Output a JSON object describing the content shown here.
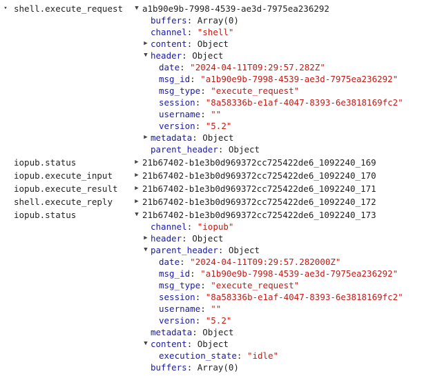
{
  "glyphs": {
    "collapsed": "▶",
    "expanded": "▼",
    "small_expanded": "▾"
  },
  "messages": [
    {
      "name": "shell.execute_request",
      "id": "a1b90e9b-7998-4539-ae3d-7975ea236292",
      "fields": {
        "buffers": {
          "key": "buffers",
          "sep": ": ",
          "value": "Array(0)"
        },
        "channel": {
          "key": "channel",
          "sep": ": ",
          "value": "\"shell\""
        },
        "content": {
          "key": "content",
          "sep": ": ",
          "value": "Object"
        },
        "header": {
          "key": "header",
          "sep": ": ",
          "value": "Object"
        },
        "header_fields": [
          {
            "key": "date",
            "sep": ": ",
            "value": "\"2024-04-11T09:29:57.282Z\""
          },
          {
            "key": "msg_id",
            "sep": ": ",
            "value": "\"a1b90e9b-7998-4539-ae3d-7975ea236292\""
          },
          {
            "key": "msg_type",
            "sep": ": ",
            "value": "\"execute_request\""
          },
          {
            "key": "session",
            "sep": ": ",
            "value": "\"8a58336b-e1af-4047-8393-6e3818169fc2\""
          },
          {
            "key": "username",
            "sep": ": ",
            "value": "\"\""
          },
          {
            "key": "version",
            "sep": ": ",
            "value": "\"5.2\""
          }
        ],
        "metadata": {
          "key": "metadata",
          "sep": ": ",
          "value": "Object"
        },
        "parent_header": {
          "key": "parent_header",
          "sep": ": ",
          "value": "Object"
        }
      }
    },
    {
      "name": "iopub.status",
      "id": "21b67402-b1e3b0d969372cc725422de6_1092240_169"
    },
    {
      "name": "iopub.execute_input",
      "id": "21b67402-b1e3b0d969372cc725422de6_1092240_170"
    },
    {
      "name": "iopub.execute_result",
      "id": "21b67402-b1e3b0d969372cc725422de6_1092240_171"
    },
    {
      "name": "shell.execute_reply",
      "id": "21b67402-b1e3b0d969372cc725422de6_1092240_172"
    },
    {
      "name": "iopub.status",
      "id": "21b67402-b1e3b0d969372cc725422de6_1092240_173",
      "fields": {
        "channel": {
          "key": "channel",
          "sep": ": ",
          "value": "\"iopub\""
        },
        "header": {
          "key": "header",
          "sep": ": ",
          "value": "Object"
        },
        "parent_header": {
          "key": "parent_header",
          "sep": ": ",
          "value": "Object"
        },
        "parent_header_fields": [
          {
            "key": "date",
            "sep": ": ",
            "value": "\"2024-04-11T09:29:57.282000Z\""
          },
          {
            "key": "msg_id",
            "sep": ": ",
            "value": "\"a1b90e9b-7998-4539-ae3d-7975ea236292\""
          },
          {
            "key": "msg_type",
            "sep": ": ",
            "value": "\"execute_request\""
          },
          {
            "key": "session",
            "sep": ": ",
            "value": "\"8a58336b-e1af-4047-8393-6e3818169fc2\""
          },
          {
            "key": "username",
            "sep": ": ",
            "value": "\"\""
          },
          {
            "key": "version",
            "sep": ": ",
            "value": "\"5.2\""
          }
        ],
        "metadata": {
          "key": "metadata",
          "sep": ": ",
          "value": "Object"
        },
        "content": {
          "key": "content",
          "sep": ": ",
          "value": "Object"
        },
        "content_fields": [
          {
            "key": "execution_state",
            "sep": ": ",
            "value": "\"idle\""
          }
        ],
        "buffers": {
          "key": "buffers",
          "sep": ": ",
          "value": "Array(0)"
        }
      }
    }
  ]
}
